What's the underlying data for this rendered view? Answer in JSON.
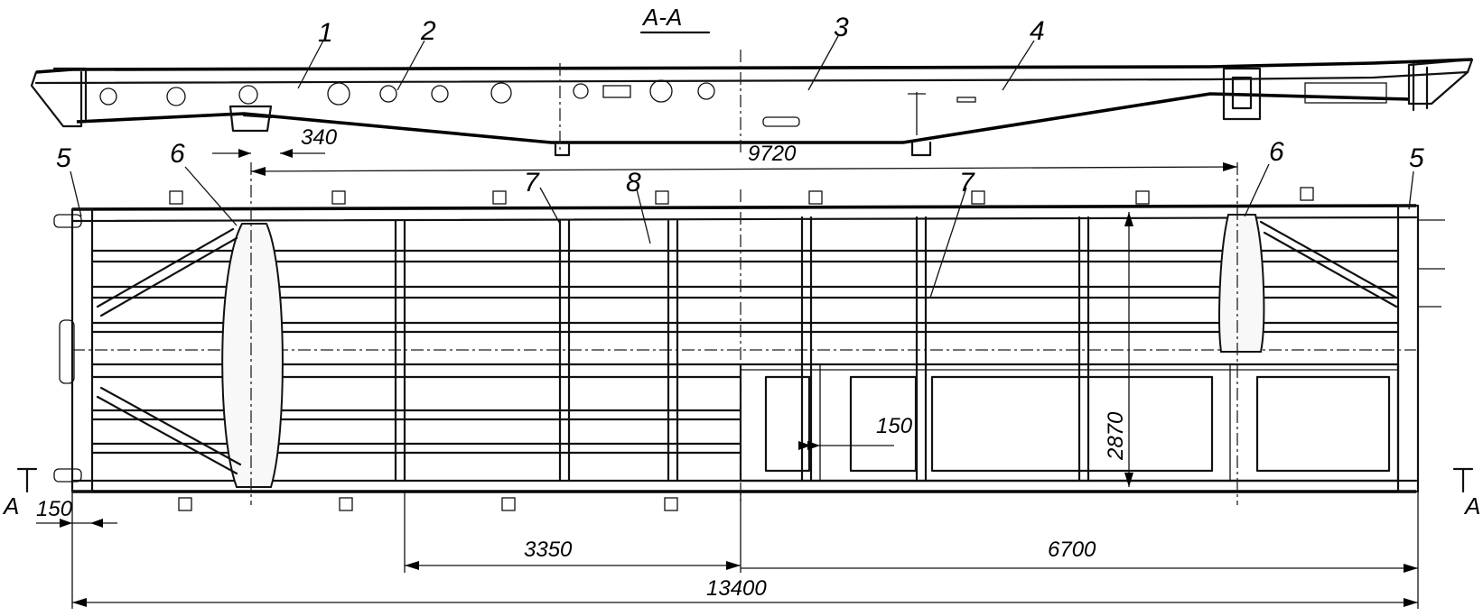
{
  "section_title": "A-A",
  "section_markers": [
    "A",
    "A"
  ],
  "callouts": [
    "1",
    "2",
    "3",
    "4",
    "5",
    "5",
    "6",
    "6",
    "7",
    "7",
    "8"
  ],
  "dimensions": {
    "top_gap": "340",
    "bogie_base": "9720",
    "inner_width": "2870",
    "web_gap": "150",
    "end_offset": "150",
    "quarter": "3350",
    "half": "6700",
    "overall": "13400"
  },
  "colors": {
    "ink": "#111111",
    "paper": "#ffffff"
  }
}
